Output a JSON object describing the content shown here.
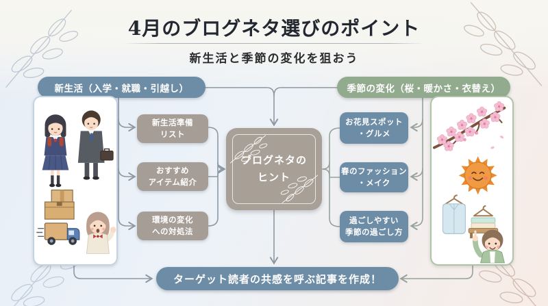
{
  "page": {
    "title": "4月のブログネタ選びのポイント",
    "subtitle": "新生活と季節の変化を狙おう"
  },
  "left_branch": {
    "header": "新生活（入学・就職・引越し）",
    "accent_color": "#6d8ca6",
    "node_color": "#a69d96",
    "nodes": [
      {
        "label": "新生活準備\nリスト"
      },
      {
        "label": "おすすめ\nアイテム紹介"
      },
      {
        "label": "環境の変化\nへの対処法"
      }
    ],
    "illustrations": [
      "schoolgirl-student",
      "businessman",
      "moving-boxes",
      "moving-truck",
      "waving-woman"
    ]
  },
  "right_branch": {
    "header": "季節の変化（桜・暖かさ・衣替え）",
    "accent_color": "#92aa8d",
    "node_color": "#6d8ca6",
    "nodes": [
      {
        "label": "お花見スポット\n・グルメ"
      },
      {
        "label": "春のファッション\n・メイク"
      },
      {
        "label": "過ごしやすい\n季節の過ごし方"
      }
    ],
    "illustrations": [
      "cherry-blossom-branch",
      "smiling-sun",
      "spring-clothes",
      "pointing-boy"
    ]
  },
  "center_node": {
    "label": "ブログネタの\nヒント",
    "color": "#a89f97"
  },
  "footer_node": {
    "label": "ターゲット読者の共感を呼ぶ記事を作成！",
    "color": "#6d8ca6"
  }
}
